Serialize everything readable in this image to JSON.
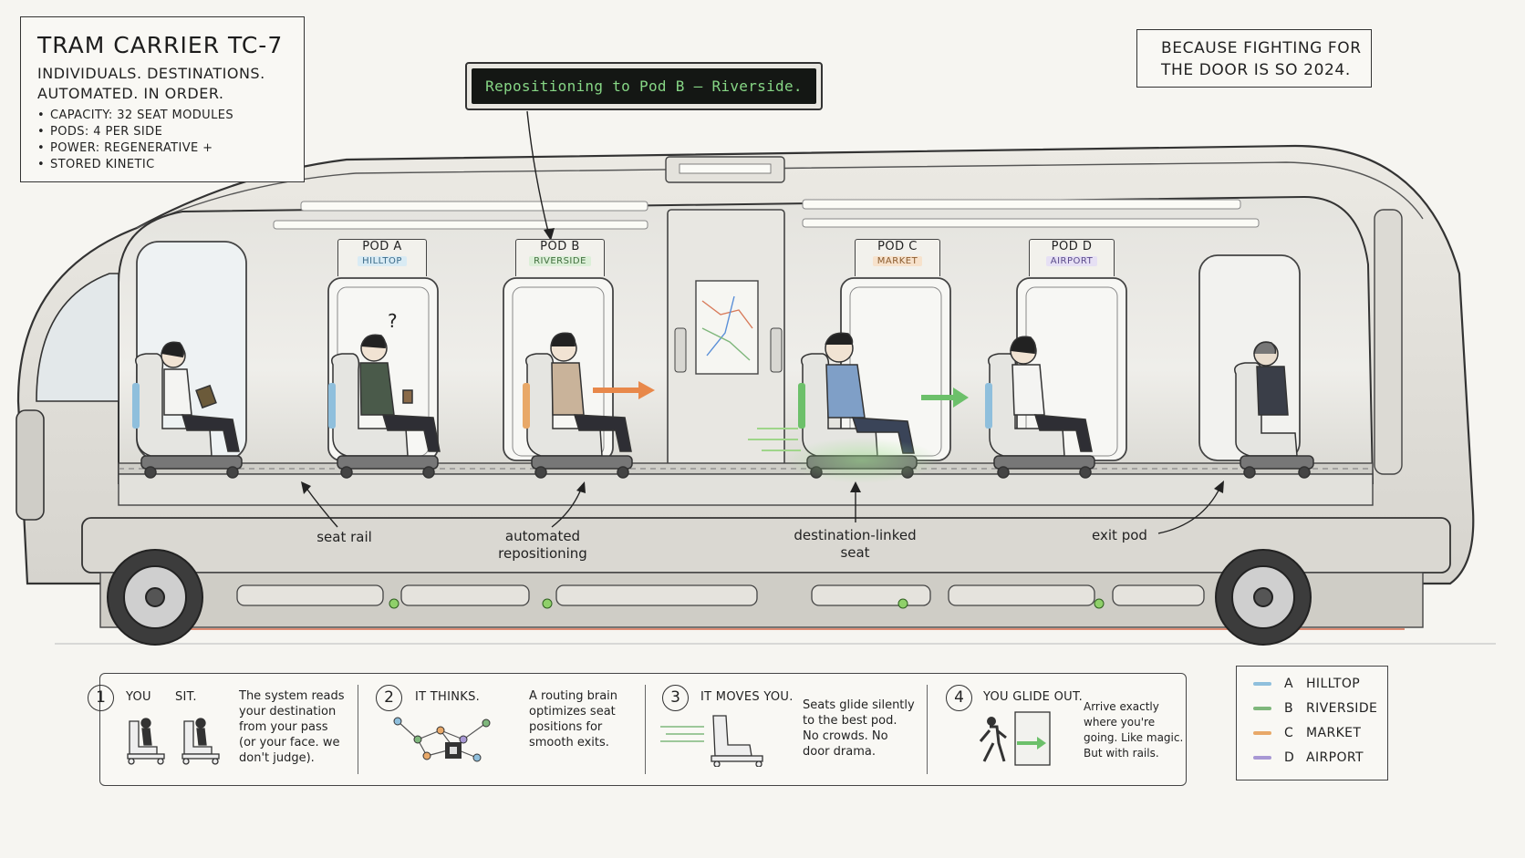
{
  "title": "TRAM CARRIER TC-7",
  "subtitle_line1": "INDIVIDUALS. DESTINATIONS.",
  "subtitle_line2": "AUTOMATED. IN ORDER.",
  "specs": [
    "CAPACITY:  32 SEAT MODULES",
    "PODS:  4 PER SIDE",
    "POWER:  REGENERATIVE +",
    "STORED KINETIC"
  ],
  "tagline_line1": "BECAUSE FIGHTING FOR",
  "tagline_line2": "THE DOOR IS SO 2024.",
  "display_text": "Repositioning to Pod B — Riverside.",
  "pods": [
    {
      "label": "POD A",
      "dest": "HILLTOP",
      "color": "#8fbfdc"
    },
    {
      "label": "POD B",
      "dest": "RIVERSIDE",
      "color": "#8cc28a"
    },
    {
      "label": "POD C",
      "dest": "MARKET",
      "color": "#e8a868"
    },
    {
      "label": "POD D",
      "dest": "AIRPORT",
      "color": "#a898d4"
    }
  ],
  "question_mark": "?",
  "callouts": {
    "seat_rail": "seat rail",
    "automated_1": "automated",
    "automated_2": "repositioning",
    "dest_1": "destination-linked",
    "dest_2": "seat",
    "exit_pod": "exit pod"
  },
  "steps": [
    {
      "num": "1",
      "title_a": "YOU",
      "title_b": "SIT.",
      "desc": [
        "The system reads",
        "your destination",
        "from your pass",
        "(or your face. we",
        "don't judge)."
      ]
    },
    {
      "num": "2",
      "title_a": "IT THINKS.",
      "title_b": "",
      "desc": [
        "A routing brain",
        "optimizes seat",
        "positions for",
        "smooth exits."
      ]
    },
    {
      "num": "3",
      "title_a": "IT MOVES YOU.",
      "title_b": "",
      "desc": [
        "Seats glide silently",
        "to the best pod.",
        "No crowds. No",
        "door drama."
      ]
    },
    {
      "num": "4",
      "title_a": "YOU GLIDE OUT.",
      "title_b": "",
      "desc": [
        "Arrive exactly",
        "where you're",
        "going. Like magic.",
        "But with rails."
      ]
    }
  ],
  "legend": [
    {
      "key": "A",
      "label": "HILLTOP",
      "color": "#8fbfdc"
    },
    {
      "key": "B",
      "label": "RIVERSIDE",
      "color": "#7fb77c"
    },
    {
      "key": "C",
      "label": "MARKET",
      "color": "#e8a868"
    },
    {
      "key": "D",
      "label": "AIRPORT",
      "color": "#a898d4"
    }
  ],
  "colors": {
    "accent_green": "#6cc06a",
    "accent_orange": "#e8884a",
    "screen_text": "#86d685"
  }
}
